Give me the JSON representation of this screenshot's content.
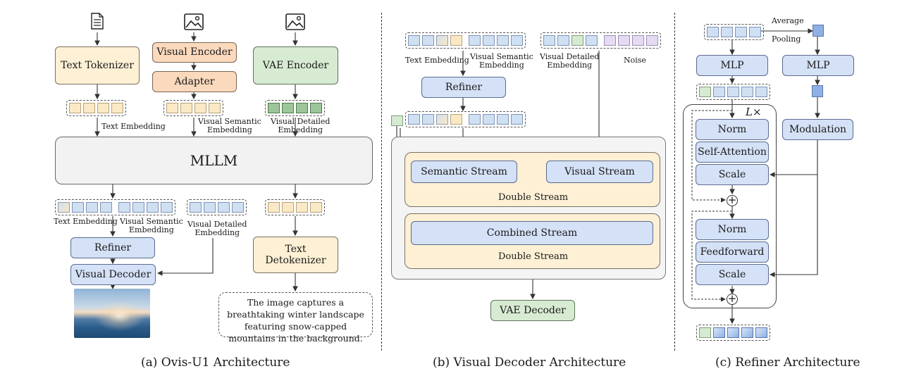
{
  "panel_a": {
    "text_tokenizer": "Text Tokenizer",
    "visual_encoder": "Visual Encoder",
    "adapter": "Adapter",
    "vae_encoder": "VAE Encoder",
    "text_embedding": "Text Embedding",
    "visual_semantic_embedding_1": "Visual Semantic",
    "visual_semantic_embedding_2": "Embedding",
    "visual_detailed_embedding_1": "Visual Detailed",
    "visual_detailed_embedding_2": "Embedding",
    "mllm": "MLLM",
    "text_embedding_out": "Text Embedding",
    "visual_semantic_out_1": "Visual Semantic",
    "visual_semantic_out_2": "Embedding",
    "visual_detailed_out_1": "Visual Detailed",
    "visual_detailed_out_2": "Embedding",
    "refiner": "Refiner",
    "visual_decoder": "Visual Decoder",
    "text_detokenizer": "Text Detokenizer",
    "generated_text": "The image captures a breathtaking winter landscape featuring snow-capped mountains in the background.",
    "caption": "(a) Ovis-U1 Architecture"
  },
  "panel_b": {
    "text_embedding": "Text Embedding",
    "visual_semantic_1": "Visual Semantic",
    "visual_semantic_2": "Embedding",
    "visual_detailed_1": "Visual Detailed",
    "visual_detailed_2": "Embedding",
    "noise": "Noise",
    "refiner": "Refiner",
    "semantic_stream": "Semantic Stream",
    "visual_stream": "Visual Stream",
    "double_stream_1": "Double Stream",
    "combined_stream": "Combined Stream",
    "double_stream_2": "Double Stream",
    "vae_decoder": "VAE Decoder",
    "caption": "(b) Visual Decoder Architecture"
  },
  "panel_c": {
    "average": "Average",
    "pooling": "Pooling",
    "mlp_left": "MLP",
    "mlp_right": "MLP",
    "repeat": "L×",
    "norm_1": "Norm",
    "self_attention": "Self-Attention",
    "scale_1": "Scale",
    "modulation": "Modulation",
    "norm_2": "Norm",
    "feedforward": "Feedforward",
    "scale_2": "Scale",
    "plus": "+",
    "caption": "(c) Refiner Architecture"
  },
  "colors": {
    "yellow": "#fdf0d5",
    "orange": "#fad9bd",
    "green": "#d7ead2",
    "blue": "#d4e1f6",
    "grey": "#f2f2f2"
  }
}
